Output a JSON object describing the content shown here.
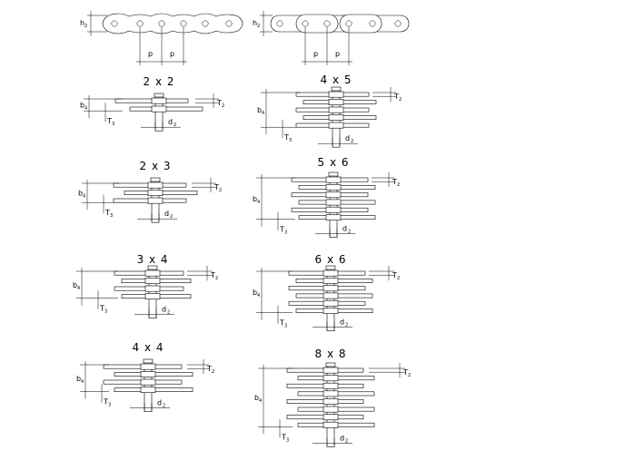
{
  "top_labels": {
    "h2": "h",
    "h2_sub": "2",
    "p": "p"
  },
  "dim_labels": {
    "b": "b",
    "b_sub": "4",
    "T": "T",
    "T2_sub": "2",
    "T3_sub": "3",
    "d": "d",
    "d_sub": "2"
  },
  "layouts": [
    {
      "title": "2 x 2",
      "rows": 2
    },
    {
      "title": "4 x 5",
      "rows": 5
    },
    {
      "title": "2 x 3",
      "rows": 3
    },
    {
      "title": "5 x 6",
      "rows": 6
    },
    {
      "title": "3 x 4",
      "rows": 4
    },
    {
      "title": "6 x 6",
      "rows": 6
    },
    {
      "title": "4 x 4",
      "rows": 4
    },
    {
      "title": "8 x 8",
      "rows": 8
    }
  ]
}
